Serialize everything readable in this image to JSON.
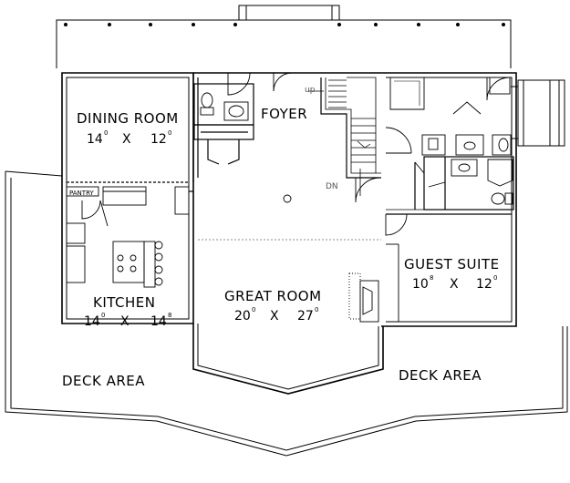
{
  "rooms": {
    "dining": {
      "name": "DINING ROOM",
      "dim_w": "14",
      "dim_w_sup": "0",
      "dim_h": "12",
      "dim_h_sup": "0"
    },
    "foyer": {
      "name": "FOYER"
    },
    "kitchen": {
      "name": "KITCHEN",
      "dim_w": "14",
      "dim_w_sup": "0",
      "dim_h": "14",
      "dim_h_sup": "8"
    },
    "great_room": {
      "name": "GREAT ROOM",
      "dim_w": "20",
      "dim_w_sup": "0",
      "dim_h": "27",
      "dim_h_sup": "0"
    },
    "guest_suite": {
      "name": "GUEST SUITE",
      "dim_w": "10",
      "dim_w_sup": "8",
      "dim_h": "12",
      "dim_h_sup": "0"
    },
    "pantry": {
      "name": "PANTRY"
    }
  },
  "deck_left": "DECK AREA",
  "deck_right": "DECK AREA",
  "stairs_up": "up",
  "stairs_down": "DN",
  "times_sign": "X"
}
